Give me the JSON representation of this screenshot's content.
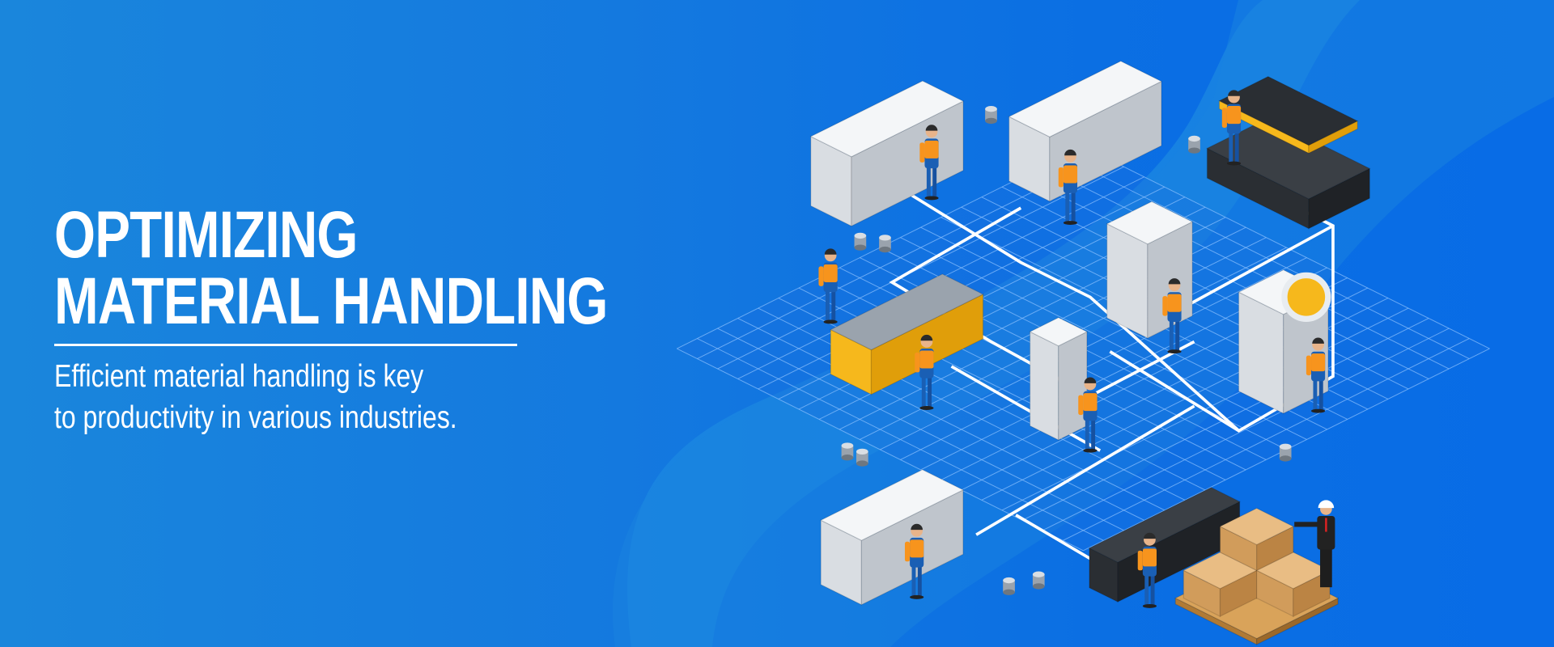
{
  "hero": {
    "title_line1": "OPTIMIZING",
    "title_line2": "MATERIAL HANDLING",
    "subtitle_line1": "Efficient material handling is key",
    "subtitle_line2": "to productivity in various industries."
  },
  "colors": {
    "background_left": "#1a86dc",
    "background_right": "#086ce6",
    "text": "#ffffff",
    "worker_vest": "#f7941d",
    "worker_pants": "#1a5fb4",
    "conveyor_yellow": "#f6b81c"
  },
  "illustration": {
    "name": "isometric-factory-floor-illustration"
  }
}
